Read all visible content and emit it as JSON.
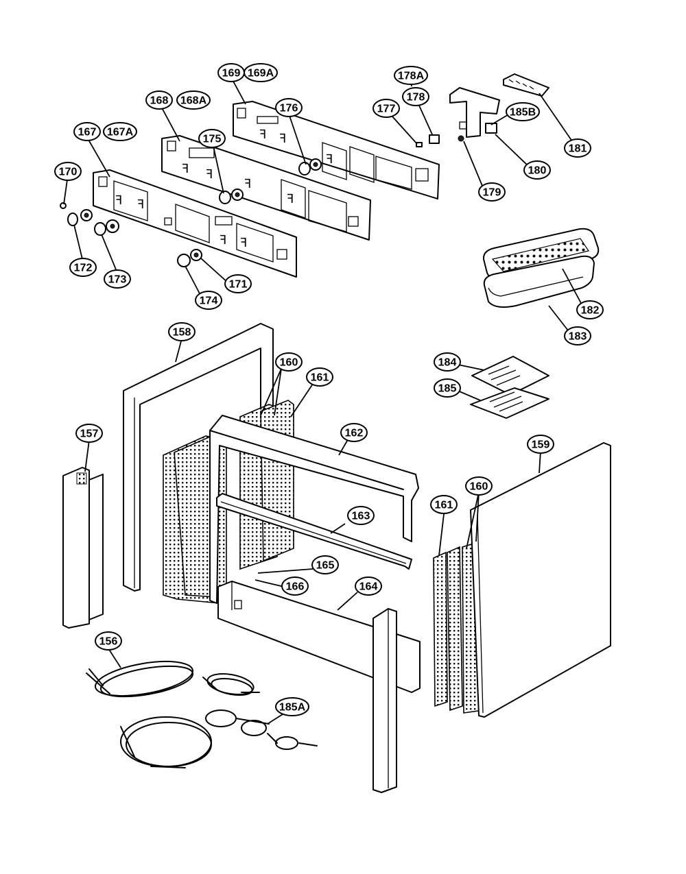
{
  "callouts": [
    {
      "id": "c169",
      "text": "169"
    },
    {
      "id": "c169a",
      "text": "169A"
    },
    {
      "id": "c178a",
      "text": "178A"
    },
    {
      "id": "c178",
      "text": "178"
    },
    {
      "id": "c168",
      "text": "168"
    },
    {
      "id": "c168a",
      "text": "168A"
    },
    {
      "id": "c176",
      "text": "176"
    },
    {
      "id": "c177",
      "text": "177"
    },
    {
      "id": "c185b",
      "text": "185B"
    },
    {
      "id": "c167a_top",
      "text": "167"
    },
    {
      "id": "c167a",
      "text": "167A"
    },
    {
      "id": "c175",
      "text": "175"
    },
    {
      "id": "c181",
      "text": "181"
    },
    {
      "id": "c180",
      "text": "180"
    },
    {
      "id": "c170",
      "text": "170"
    },
    {
      "id": "c179",
      "text": "179"
    },
    {
      "id": "c172",
      "text": "172"
    },
    {
      "id": "c173",
      "text": "173"
    },
    {
      "id": "c171",
      "text": "171"
    },
    {
      "id": "c174",
      "text": "174"
    },
    {
      "id": "c182",
      "text": "182"
    },
    {
      "id": "c183",
      "text": "183"
    },
    {
      "id": "c158",
      "text": "158"
    },
    {
      "id": "c160a",
      "text": "160"
    },
    {
      "id": "c161a",
      "text": "161"
    },
    {
      "id": "c184",
      "text": "184"
    },
    {
      "id": "c185",
      "text": "185"
    },
    {
      "id": "c162",
      "text": "162"
    },
    {
      "id": "c157",
      "text": "157"
    },
    {
      "id": "c159",
      "text": "159"
    },
    {
      "id": "c160b",
      "text": "160"
    },
    {
      "id": "c161b",
      "text": "161"
    },
    {
      "id": "c163",
      "text": "163"
    },
    {
      "id": "c165",
      "text": "165"
    },
    {
      "id": "c166",
      "text": "166"
    },
    {
      "id": "c164",
      "text": "164"
    },
    {
      "id": "c156",
      "text": "156"
    },
    {
      "id": "c185a",
      "text": "185A"
    }
  ]
}
